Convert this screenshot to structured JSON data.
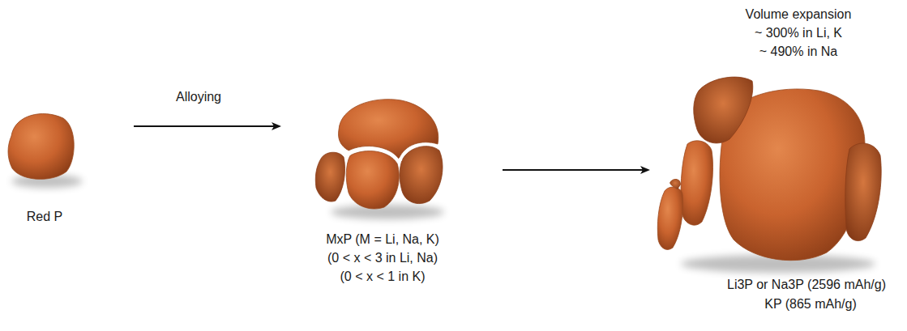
{
  "diagram": {
    "labels": [
      "Red P",
      "Alloying",
      "MxP (M = Li, Na, K)",
      "(0 < x < 3 in Li, Na)",
      "(0 < x < 1 in K)",
      "Volume expansion",
      "~ 300% in Li, K",
      "~ 490% in Na",
      "Li3P or Na3P (2596 mAh/g)",
      "KP (865 mAh/g)"
    ]
  }
}
